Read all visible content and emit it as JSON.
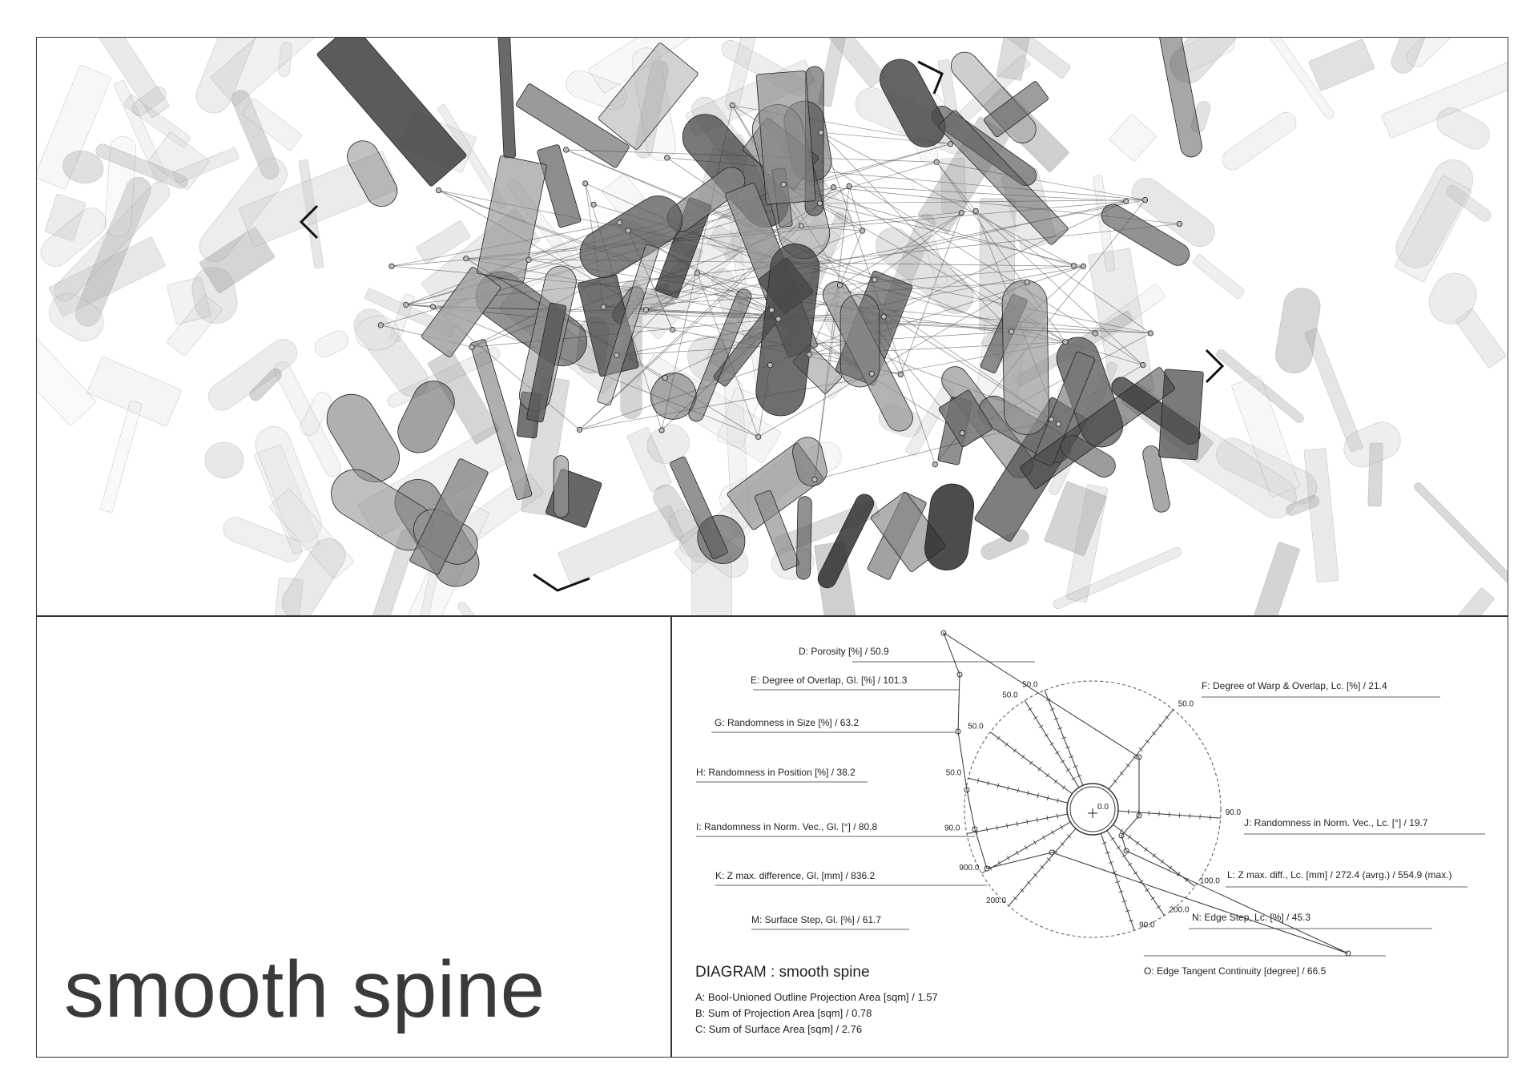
{
  "page_title": "smooth spine",
  "diagram": {
    "heading": "DIAGRAM : smooth spine",
    "summary": [
      "A: Bool-Unioned Outline Projection Area [sqm] / 1.57",
      "B: Sum of Projection Area [sqm] / 0.78",
      "C: Sum of Surface Area [sqm] / 2.76"
    ],
    "center_label": "0.0",
    "axes": [
      {
        "id": "D",
        "label": "D: Porosity [%] / 50.9",
        "max_label": "50.0"
      },
      {
        "id": "E",
        "label": "E: Degree of Overlap, Gl. [%] / 101.3",
        "max_label": "50.0"
      },
      {
        "id": "G",
        "label": "G: Randomness in Size [%] / 63.2",
        "max_label": "50.0"
      },
      {
        "id": "H",
        "label": "H: Randomness in Position [%] / 38.2",
        "max_label": "50.0"
      },
      {
        "id": "I",
        "label": "I: Randomness in Norm. Vec., Gl. [°] / 80.8",
        "max_label": "90.0"
      },
      {
        "id": "K",
        "label": "K: Z max. difference, Gl. [mm] / 836.2",
        "max_label": "900.0"
      },
      {
        "id": "M",
        "label": "M: Surface Step, Gl. [%] / 61.7",
        "max_label": "200.0"
      },
      {
        "id": "O",
        "label": "O: Edge Tangent Continuity [degree] / 66.5",
        "max_label": "90.0"
      },
      {
        "id": "N",
        "label": "N: Edge Step, Lc. [%] / 45.3",
        "max_label": "200.0"
      },
      {
        "id": "L",
        "label": "L: Z max. diff., Lc. [mm] / 272.4 (avrg.) / 554.9 (max.)",
        "max_label": "100.0"
      },
      {
        "id": "J",
        "label": "J: Randomness in Norm. Vec., Lc. [°] / 19.7",
        "max_label": "90.0"
      },
      {
        "id": "F",
        "label": "F: Degree of Warp & Overlap, Lc. [%] / 21.4",
        "max_label": "50.0"
      }
    ]
  }
}
